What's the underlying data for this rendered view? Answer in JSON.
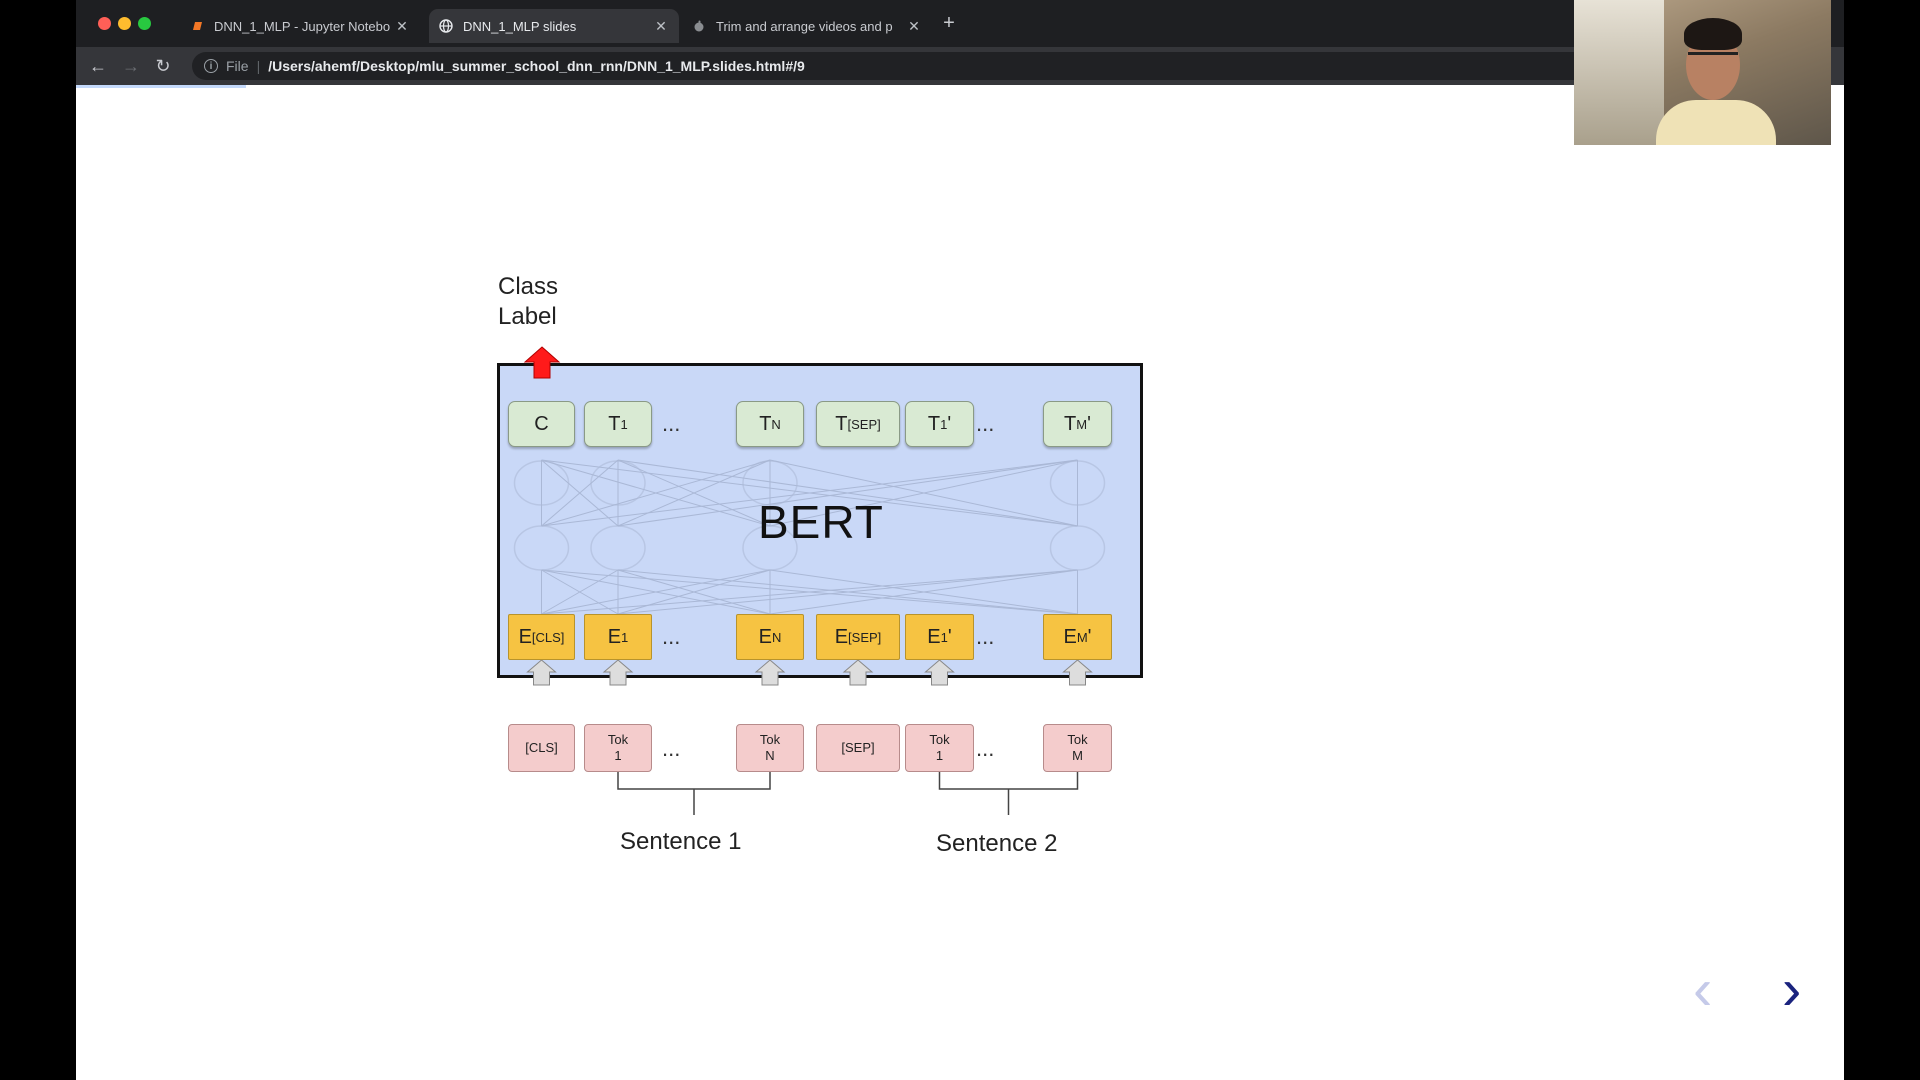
{
  "browser": {
    "tabs": [
      {
        "title": "DNN_1_MLP - Jupyter Notebo",
        "icon": "jupyter-icon",
        "active": false
      },
      {
        "title": "DNN_1_MLP slides",
        "icon": "globe-icon",
        "active": true
      },
      {
        "title": "Trim and arrange videos and p",
        "icon": "apple-icon",
        "active": false
      }
    ],
    "close_glyph": "✕",
    "new_tab_glyph": "+",
    "back_glyph": "←",
    "forward_glyph": "→",
    "reload_glyph": "↻",
    "info_glyph": "i",
    "address": {
      "scheme": "File",
      "separator": "|",
      "url": "/Users/ahemf/Desktop/mlu_summer_school_dnn_rnn/DNN_1_MLP.slides.html#/9"
    }
  },
  "slide": {
    "class_label_line1": "Class",
    "class_label_line2": "Label",
    "model_name": "BERT",
    "outputs": [
      {
        "main": "C",
        "sub": ""
      },
      {
        "main": "T",
        "sub": "1"
      },
      {
        "main": "T",
        "sub": "N"
      },
      {
        "main": "T",
        "sub": "[SEP]"
      },
      {
        "main": "T",
        "sub": "1",
        "prime": "'"
      },
      {
        "main": "T",
        "sub": "M",
        "prime": "'"
      }
    ],
    "embeddings": [
      {
        "main": "E",
        "sub": "[CLS]"
      },
      {
        "main": "E",
        "sub": "1"
      },
      {
        "main": "E",
        "sub": "N"
      },
      {
        "main": "E",
        "sub": "[SEP]"
      },
      {
        "main": "E",
        "sub": "1",
        "prime": "'"
      },
      {
        "main": "E",
        "sub": "M",
        "prime": "'"
      }
    ],
    "tokens": [
      {
        "line1": "[CLS]",
        "line2": ""
      },
      {
        "line1": "Tok",
        "line2": "1"
      },
      {
        "line1": "Tok",
        "line2": "N"
      },
      {
        "line1": "[SEP]",
        "line2": ""
      },
      {
        "line1": "Tok",
        "line2": "1"
      },
      {
        "line1": "Tok",
        "line2": "M"
      }
    ],
    "ellipsis": "...",
    "sentence1": "Sentence 1",
    "sentence2": "Sentence 2"
  },
  "slide_nav": {
    "prev": "‹",
    "next": "›"
  },
  "colors": {
    "bert_box": "#c9d8f7",
    "output_node": "#d9ead3",
    "embedding_node": "#f6c342",
    "token_node": "#f4cccc",
    "class_arrow": "#ff1a1a",
    "nav_next": "#1a237e",
    "nav_prev": "#c5cae9"
  }
}
